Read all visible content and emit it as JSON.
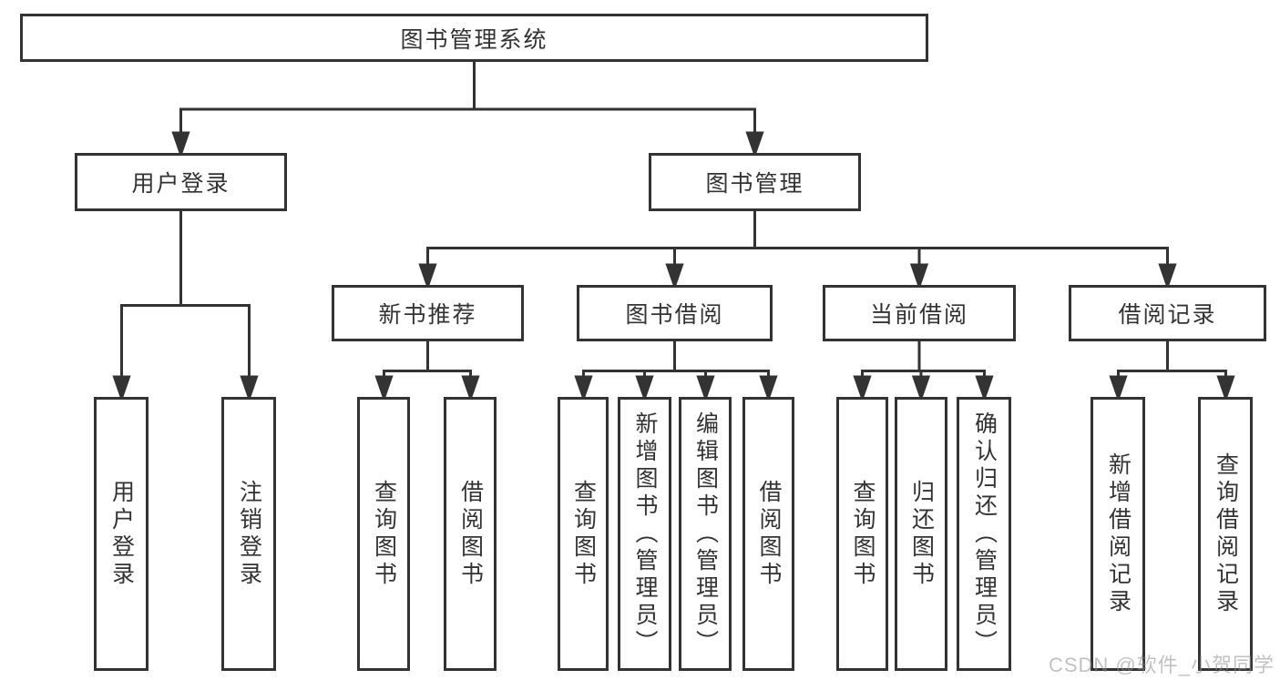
{
  "diagram": {
    "root": {
      "label": "图书管理系统"
    },
    "branches": [
      {
        "label": "用户登录",
        "children": [
          {
            "label": "用户登录"
          },
          {
            "label": "注销登录"
          }
        ]
      },
      {
        "label": "图书管理",
        "sections": [
          {
            "label": "新书推荐",
            "children": [
              {
                "label": "查询图书"
              },
              {
                "label": "借阅图书"
              }
            ]
          },
          {
            "label": "图书借阅",
            "children": [
              {
                "label": "查询图书"
              },
              {
                "label": "新增图书（管理员）"
              },
              {
                "label": "编辑图书（管理员）"
              },
              {
                "label": "借阅图书"
              }
            ]
          },
          {
            "label": "当前借阅",
            "children": [
              {
                "label": "查询图书"
              },
              {
                "label": "归还图书"
              },
              {
                "label": "确认归还（管理员）"
              }
            ]
          },
          {
            "label": "借阅记录",
            "children": [
              {
                "label": "新增借阅记录"
              },
              {
                "label": "查询借阅记录"
              }
            ]
          }
        ]
      }
    ]
  },
  "colors": {
    "line": "#333333",
    "text": "#333333",
    "box_background": "#ffffff",
    "watermark": "#b5b5b5"
  },
  "watermark": {
    "text": "CSDN @软件_小贺同学"
  }
}
